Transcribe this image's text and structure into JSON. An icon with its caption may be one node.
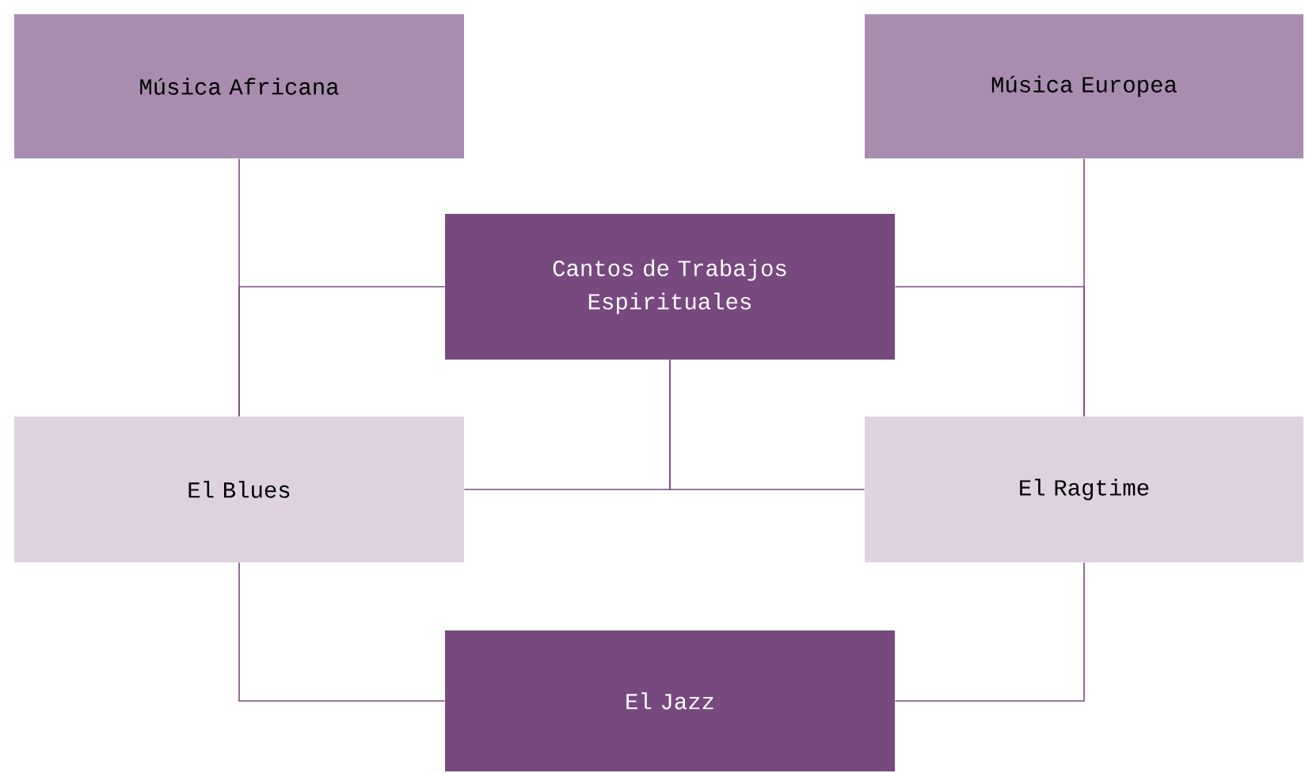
{
  "diagram": {
    "nodes": [
      {
        "text": [
          "Música Africana"
        ]
      },
      {
        "text": [
          "Música Europea"
        ]
      },
      {
        "text": [
          "Cantos de Trabajos Espirituales"
        ]
      },
      {
        "text": [
          "El Blues"
        ]
      },
      {
        "text": [
          "El Ragtime"
        ]
      },
      {
        "text": [
          "El Jazz"
        ]
      }
    ],
    "edges": [
      {
        "from": 0,
        "to": 3,
        "arrow": "none"
      },
      {
        "from": 2,
        "to": 3,
        "arrow": "none"
      },
      {
        "from": 1,
        "to": 4,
        "arrow": "none"
      },
      {
        "from": 2,
        "to": 4,
        "arrow": "none"
      },
      {
        "from": 2,
        "to": 3,
        "arrow": "none"
      },
      {
        "from": 2,
        "to": 4,
        "arrow": "none"
      },
      {
        "from": 3,
        "to": 5,
        "arrow": "none"
      },
      {
        "from": 4,
        "to": 5,
        "arrow": "none"
      }
    ]
  }
}
